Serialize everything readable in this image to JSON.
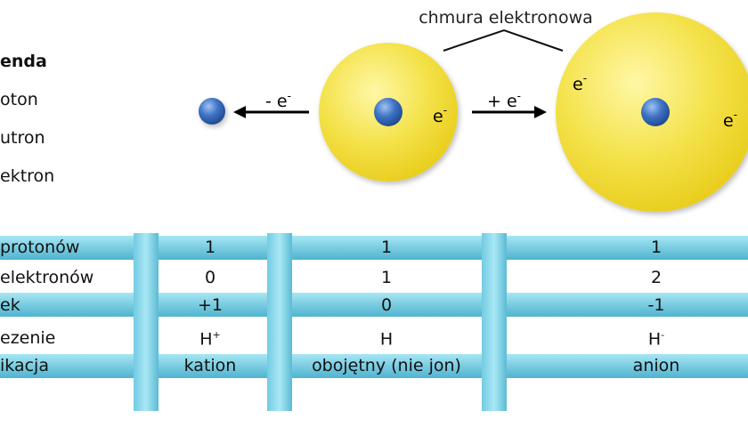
{
  "diagram": {
    "cloud_label": "chmura elektronowa",
    "arrow_left_label": "- e",
    "arrow_right_label": "+ e",
    "electron_symbol": "e",
    "electron_charge_sup": "-"
  },
  "legend": {
    "title": "enda",
    "items": [
      "oton",
      "utron",
      "ektron"
    ]
  },
  "table": {
    "row_labels": [
      " protonów",
      " elektronów",
      "ek",
      "ezenie",
      "ikacja"
    ],
    "columns": [
      {
        "protons": "1",
        "electrons": "0",
        "charge": "+1",
        "symbol": "H",
        "symbol_sup": "+",
        "classification": "kation"
      },
      {
        "protons": "1",
        "electrons": "1",
        "charge": "0",
        "symbol": "H",
        "symbol_sup": "",
        "classification": "obojętny (nie jon)"
      },
      {
        "protons": "1",
        "electrons": "2",
        "charge": "-1",
        "symbol": "H",
        "symbol_sup": "-",
        "classification": "anion"
      }
    ]
  },
  "colors": {
    "proton": "#3d6fbf",
    "cloud": "#f2df3e",
    "table_bar": "#7fd3e6"
  }
}
